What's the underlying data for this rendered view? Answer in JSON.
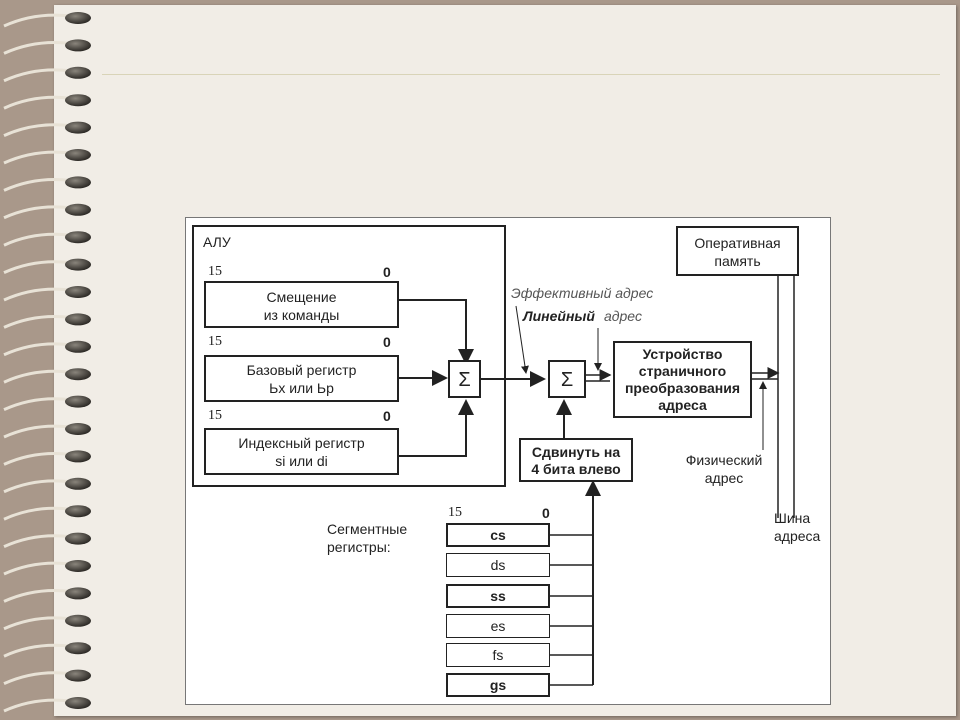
{
  "diagram": {
    "alu_label": "АЛУ",
    "bit_high": "15",
    "bit_low": "0",
    "offset_box": [
      "Смещение",
      "из команды"
    ],
    "base_box": [
      "Базовый регистр",
      "Ьх или Ьр"
    ],
    "index_box": [
      "Индексный регистр",
      "si или di"
    ],
    "sum_symbol": "Σ",
    "effective_address": "Эффективный адрес",
    "linear_word": "Линейный",
    "linear_address_word": "адрес",
    "paging_unit": [
      "Устройство",
      "страничного",
      "преобразования",
      "адреса"
    ],
    "memory": [
      "Оперативная",
      "память"
    ],
    "physical_address": [
      "Физический",
      "адрес"
    ],
    "address_bus": [
      "Шина",
      "адреса"
    ],
    "shift_box": [
      "Сдвинуть на",
      "4 бита влево"
    ],
    "segment_regs_label": [
      "Сегментные",
      "регистры:"
    ],
    "segment_regs": [
      "cs",
      "ds",
      "ss",
      "es",
      "fs",
      "gs"
    ]
  },
  "colors": {
    "background": "#a9988a",
    "page": "#f1ede6",
    "rule": "#d9d4b8",
    "ink": "#222222"
  }
}
